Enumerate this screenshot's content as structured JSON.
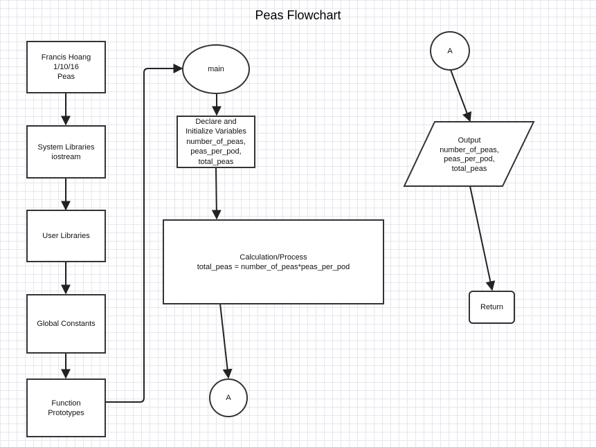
{
  "title": "Peas Flowchart",
  "nodes": {
    "header": [
      "Francis Hoang",
      "1/10/16",
      "Peas"
    ],
    "system_libraries": [
      "System Libraries",
      "iostream"
    ],
    "user_libraries": [
      "User Libraries"
    ],
    "global_constants": [
      "Global Constants"
    ],
    "function_prototypes": [
      "Function",
      "Prototypes"
    ],
    "main": "main",
    "declare": [
      "Declare and",
      "Initialize Variables",
      "number_of_peas,",
      "peas_per_pod,",
      "total_peas"
    ],
    "calculation": [
      "Calculation/Process",
      "total_peas = number_of_peas*peas_per_pod"
    ],
    "connector_out": "A",
    "connector_in": "A",
    "output": [
      "Output",
      "number_of_peas,",
      "peas_per_pod,",
      "total_peas"
    ],
    "return": "Return"
  }
}
